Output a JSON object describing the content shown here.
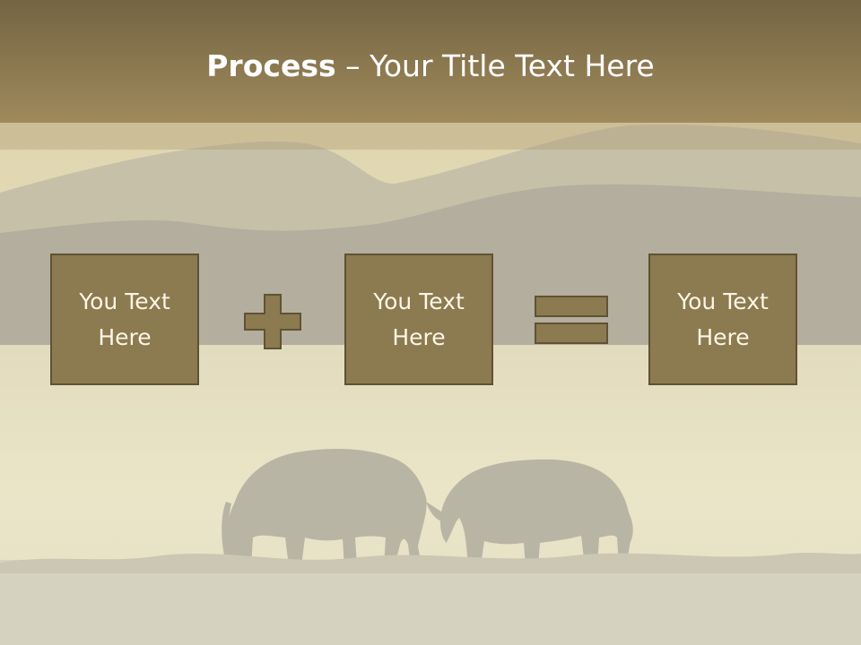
{
  "slide": {
    "title_strong": "Process",
    "title_dash": " – ",
    "title_rest": "Your Title Text Here"
  },
  "boxes": [
    {
      "text": "You Text Here"
    },
    {
      "text": "You Text Here"
    },
    {
      "text": "You Text Here"
    }
  ],
  "operators": [
    "plus-icon",
    "equals-icon"
  ],
  "colors": {
    "header_top": "#756443",
    "header_bottom": "#9e8a5b",
    "box_fill": "#8c7a50",
    "box_border": "#5f5235",
    "box_text": "#fbf6e6",
    "operator_fill": "#8c7a50",
    "operator_stroke": "#5f5235"
  },
  "background": {
    "subject": "elephants-silhouette-at-lake-sunset"
  }
}
